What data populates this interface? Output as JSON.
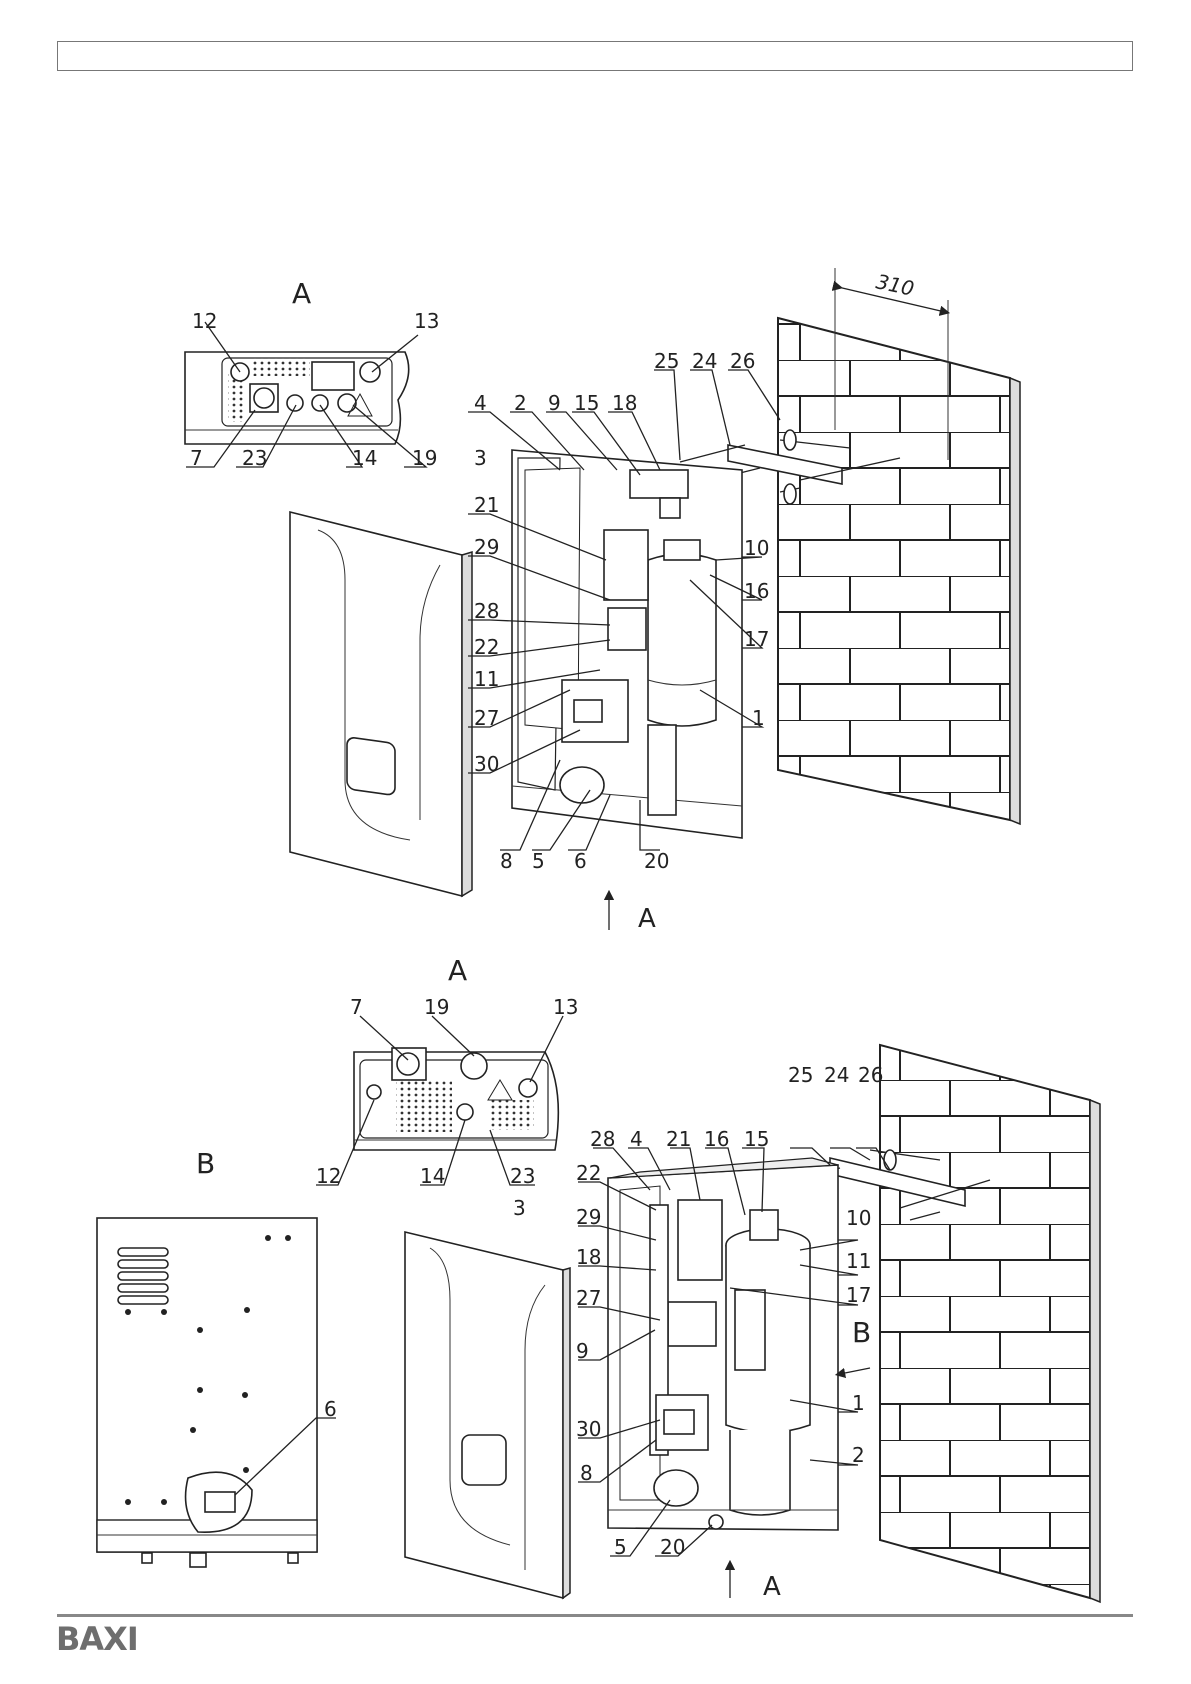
{
  "brand": {
    "logo_text": "BAXI"
  },
  "top_view": {
    "detail_letter": "A",
    "arrow_letter": "A",
    "dimension": "310",
    "detail_labels": [
      "12",
      "13",
      "7",
      "23",
      "14",
      "19"
    ],
    "part_labels": [
      "3",
      "4",
      "2",
      "9",
      "15",
      "18",
      "25",
      "24",
      "26",
      "21",
      "29",
      "10",
      "16",
      "28",
      "22",
      "17",
      "11",
      "27",
      "1",
      "30",
      "8",
      "5",
      "6",
      "20"
    ]
  },
  "bottom_view": {
    "detail_letter": "A",
    "rear_letter": "B",
    "side_arrow_letter": "B",
    "arrow_letter": "A",
    "detail_labels": [
      "7",
      "19",
      "13",
      "12",
      "14",
      "23"
    ],
    "rear_labels": [
      "6"
    ],
    "part_labels": [
      "3",
      "28",
      "4",
      "21",
      "16",
      "15",
      "25",
      "24",
      "26",
      "22",
      "29",
      "10",
      "18",
      "11",
      "17",
      "27",
      "9",
      "1",
      "30",
      "2",
      "8",
      "5",
      "20"
    ]
  }
}
